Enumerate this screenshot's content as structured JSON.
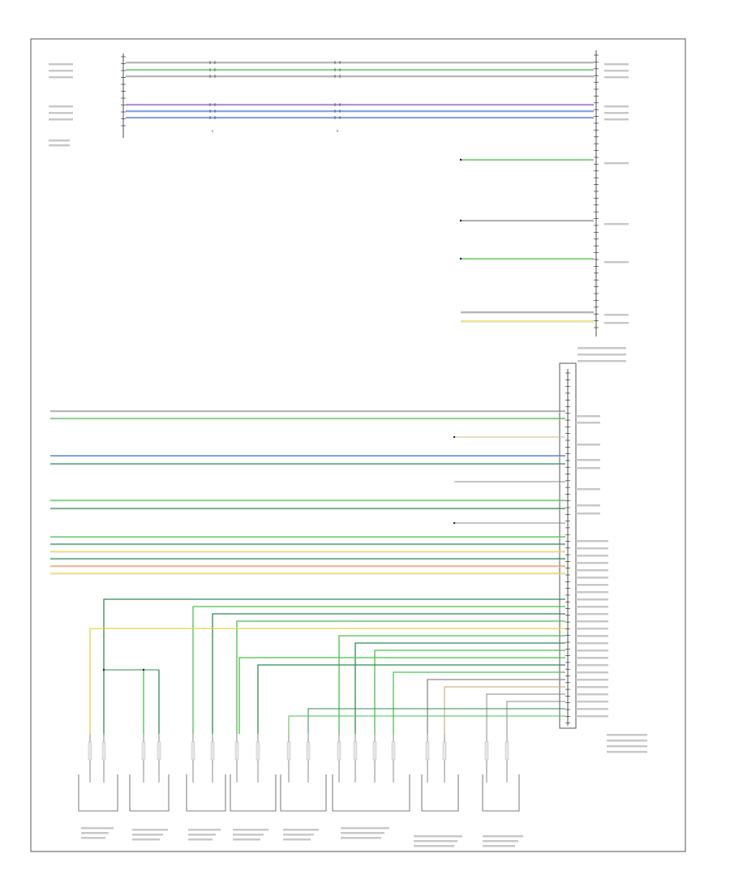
{
  "diagram": {
    "page_id": "",
    "colors": {
      "border": "#555555",
      "wire_gray": "#8a8a8a",
      "green": "#4cbf4c",
      "dark_green": "#2e8b57",
      "blue": "#3a6fd8",
      "purple": "#8a4fbf",
      "yellow": "#e3d445",
      "orange": "#e8964a",
      "tan": "#d2b48c",
      "black": "#222222"
    },
    "modules": [
      {
        "id": "radio",
        "label": ""
      },
      {
        "id": "amplifier_top",
        "label": ""
      },
      {
        "id": "amplifier_bottom",
        "label": ""
      },
      {
        "id": "speaker_1",
        "label": ""
      },
      {
        "id": "speaker_2",
        "label": ""
      },
      {
        "id": "speaker_3",
        "label": ""
      },
      {
        "id": "speaker_4",
        "label": ""
      },
      {
        "id": "speaker_5",
        "label": ""
      },
      {
        "id": "speaker_6",
        "label": ""
      },
      {
        "id": "speaker_7",
        "label": ""
      },
      {
        "id": "speaker_8",
        "label": ""
      }
    ]
  }
}
